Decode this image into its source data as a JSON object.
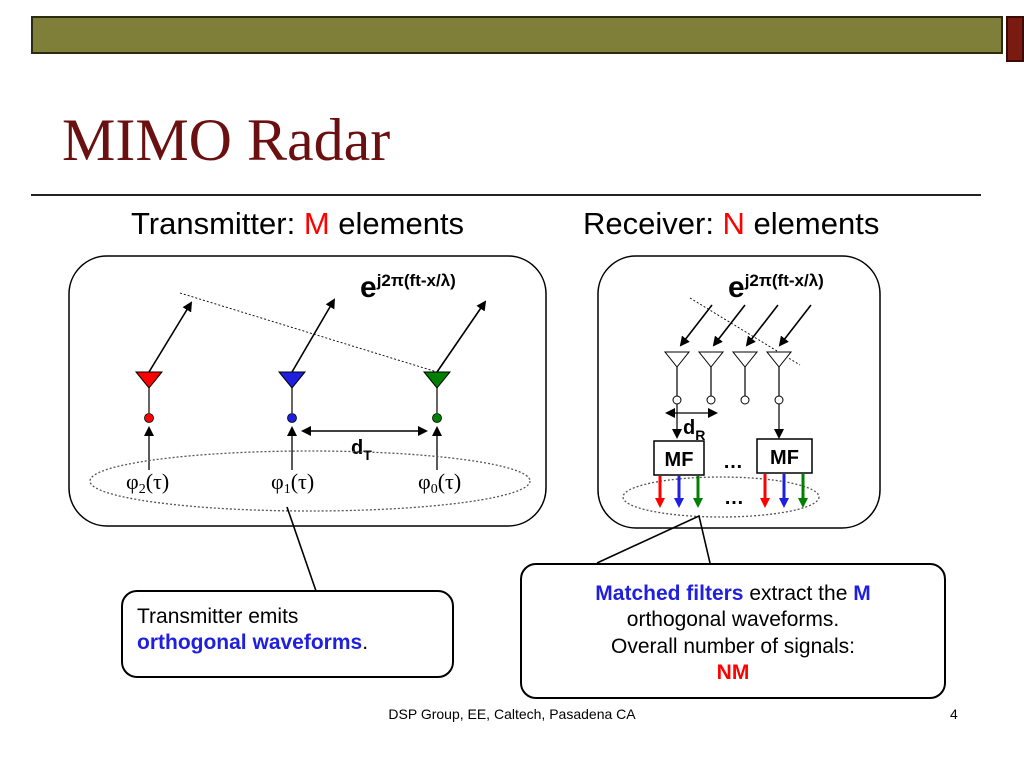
{
  "title": "MIMO Radar",
  "transmitter": {
    "heading_prefix": "Transmitter: ",
    "heading_var": "M",
    "heading_suffix": " elements",
    "wave_base": "e",
    "wave_exp": "j2π(ft-x/λ)",
    "spacing_base": "d",
    "spacing_sub": "T",
    "waveforms": [
      {
        "phi": "φ",
        "sub": "2",
        "arg": "(τ)"
      },
      {
        "phi": "φ",
        "sub": "1",
        "arg": "(τ)"
      },
      {
        "phi": "φ",
        "sub": "0",
        "arg": "(τ)"
      }
    ]
  },
  "receiver": {
    "heading_prefix": "Receiver: ",
    "heading_var": "N",
    "heading_suffix": " elements",
    "wave_base": "e",
    "wave_exp": "j2π(ft-x/λ)",
    "spacing_base": "d",
    "spacing_sub": "R",
    "mf_label_1": "MF",
    "mf_label_2": "MF",
    "ellipsis_1": "…",
    "ellipsis_2": "…"
  },
  "callout_left": {
    "line1": "Transmitter emits",
    "highlight": "orthogonal waveforms",
    "tail": "."
  },
  "callout_right": {
    "highlight": "Matched filters",
    "text1": " extract the ",
    "var": "M",
    "line2": "orthogonal waveforms.",
    "line3": "Overall number of signals:",
    "line4": "NM"
  },
  "footer": "DSP Group, EE, Caltech, Pasadena CA",
  "page_number": "4",
  "colors": {
    "title": "#6b1010",
    "bar": "#7f7f3a",
    "accent": "#7a1b12",
    "red": "#ff0000",
    "blue": "#1f1fe0",
    "green": "#008000"
  }
}
